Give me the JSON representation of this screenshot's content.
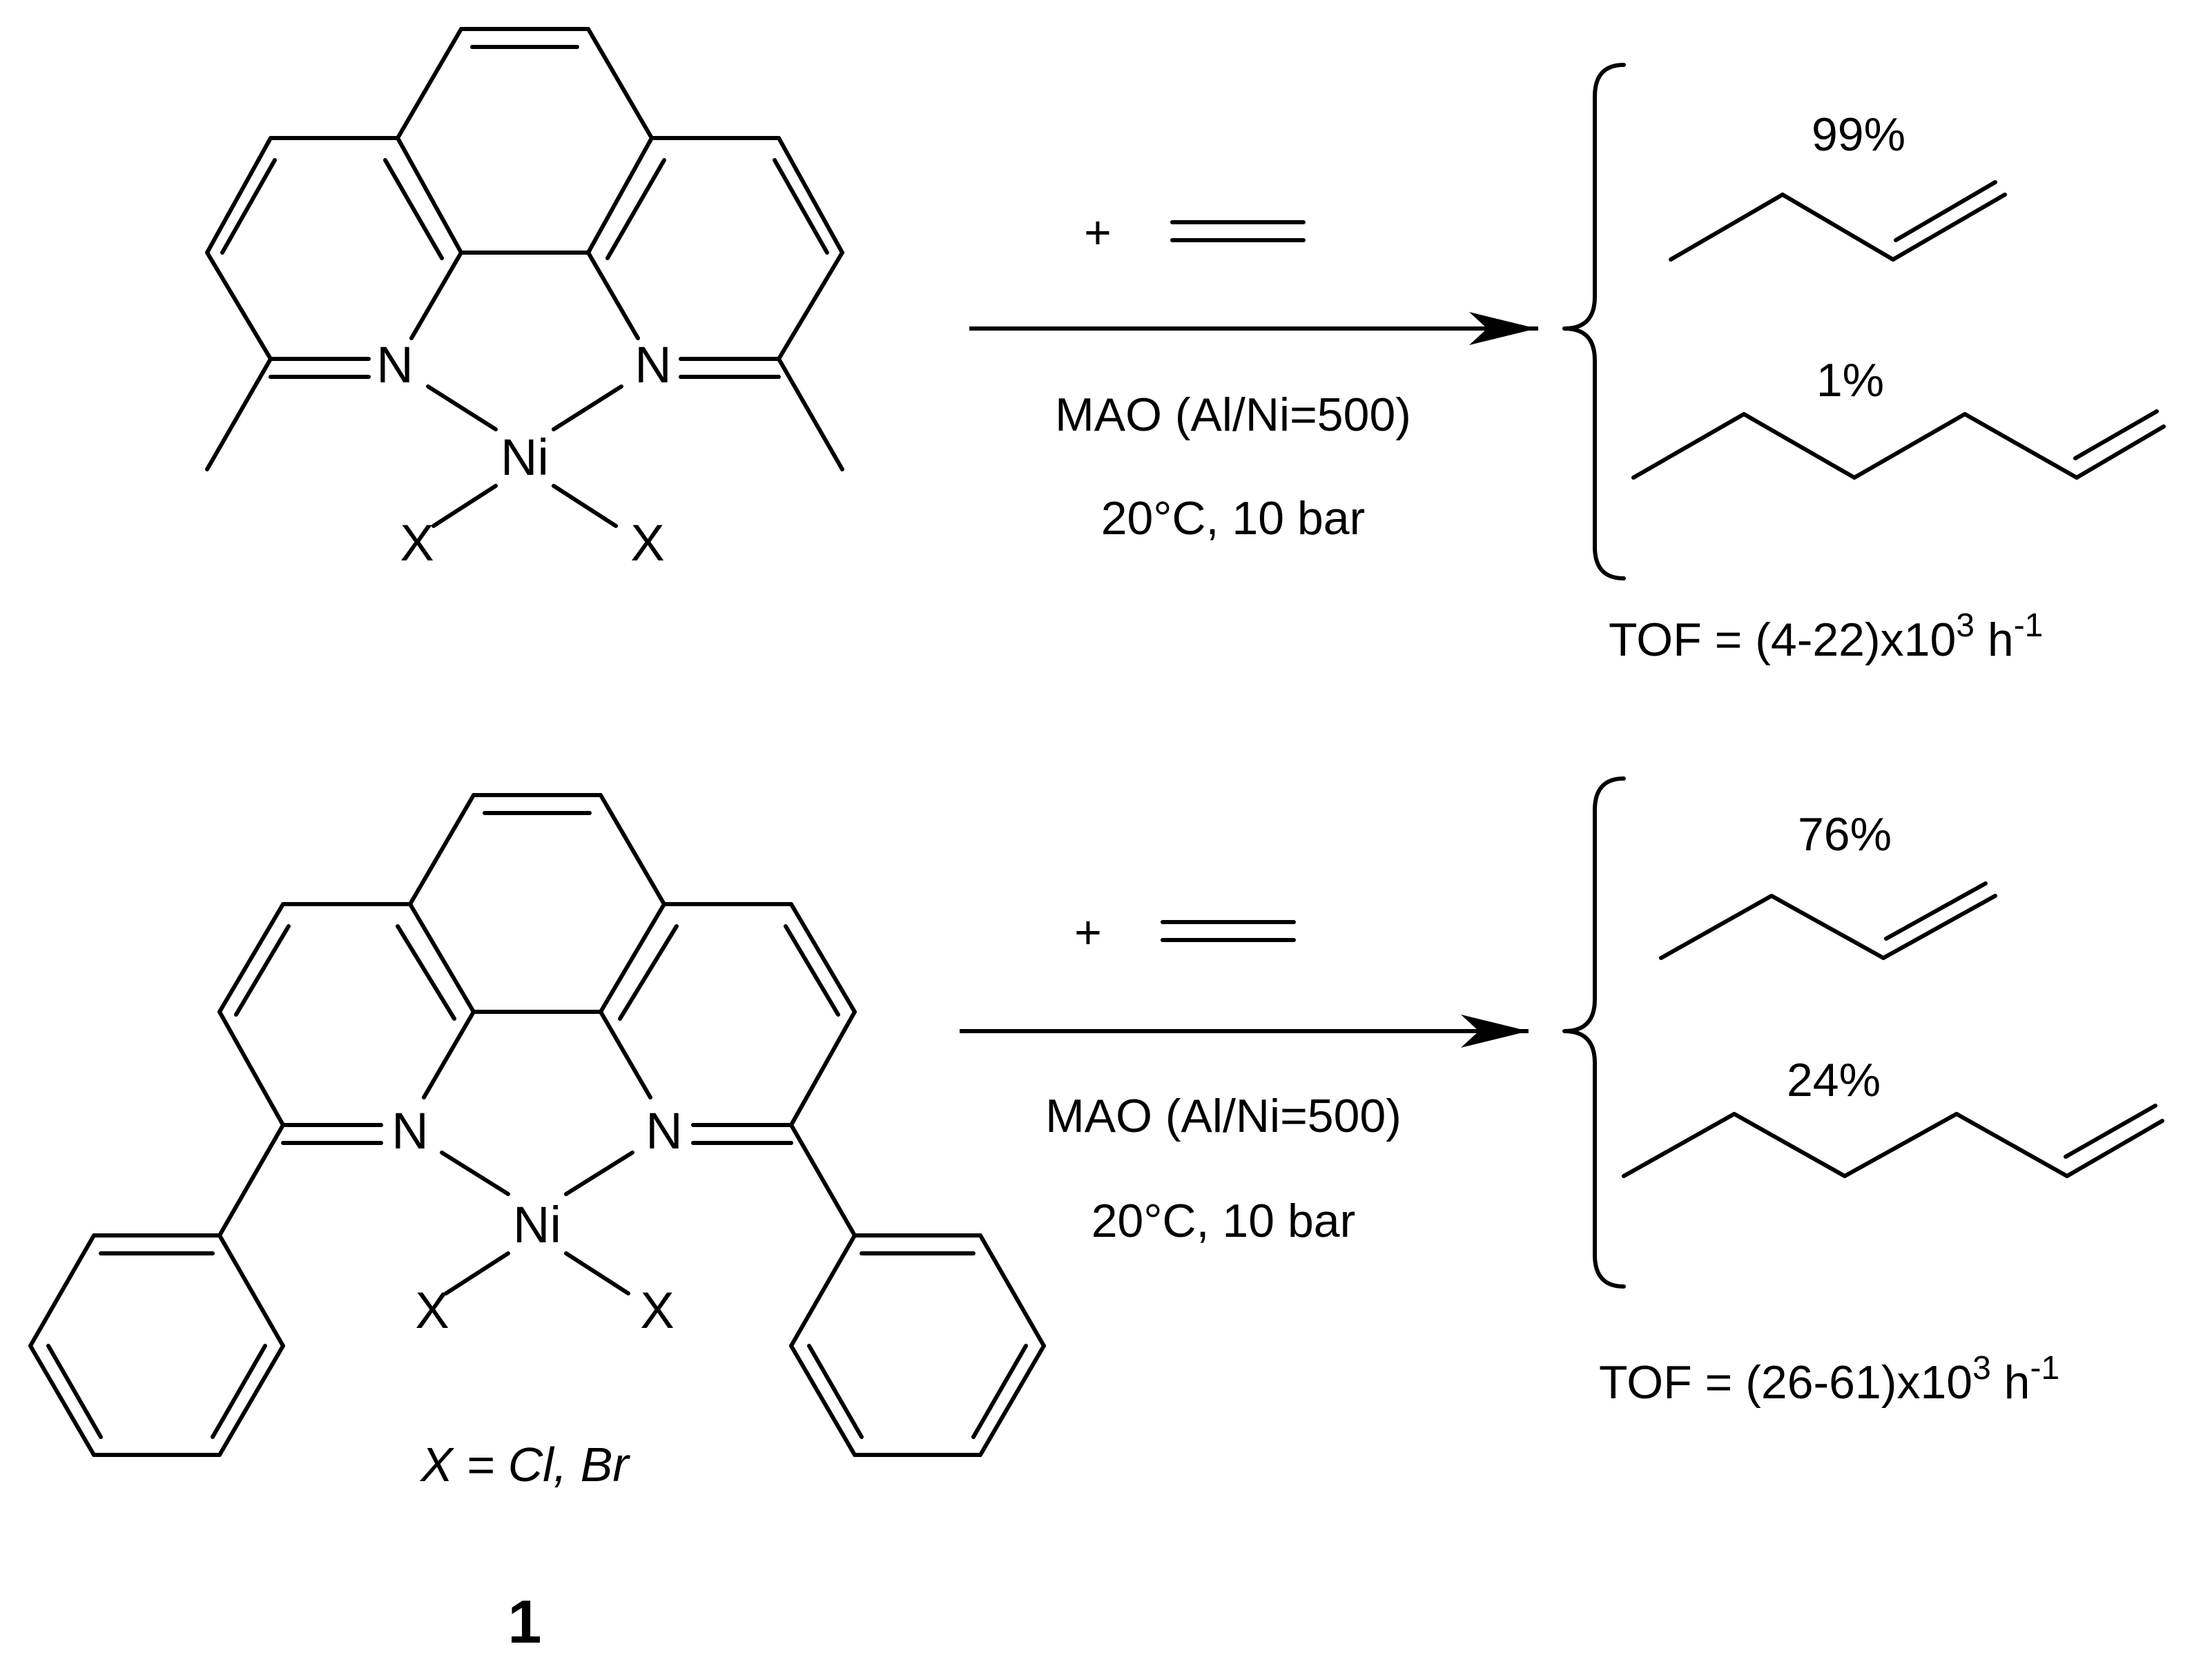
{
  "reactions": [
    {
      "ligand_substituent": "methyl",
      "plus": "+",
      "conditions_line1": "MAO (Al/Ni=500)",
      "conditions_line2": "20°C, 10 bar",
      "products": [
        {
          "name": "1-butene",
          "percent": "99%"
        },
        {
          "name": "1-hexene",
          "percent": "1%"
        }
      ],
      "tof_prefix": "TOF = (4-22)x10",
      "tof_exp": "3",
      "tof_unit": " h",
      "tof_unit_exp": "-1"
    },
    {
      "ligand_substituent": "phenyl",
      "plus": "+",
      "conditions_line1": "MAO (Al/Ni=500)",
      "conditions_line2": "20°C, 10 bar",
      "products": [
        {
          "name": "1-butene",
          "percent": "76%"
        },
        {
          "name": "1-hexene",
          "percent": "24%"
        }
      ],
      "tof_prefix": "TOF = (26-61)x10",
      "tof_exp": "3",
      "tof_unit": " h",
      "tof_unit_exp": "-1"
    }
  ],
  "atoms": {
    "N": "N",
    "Ni": "Ni",
    "X": "X"
  },
  "footnote": "X = Cl, Br",
  "compound_number": "1"
}
